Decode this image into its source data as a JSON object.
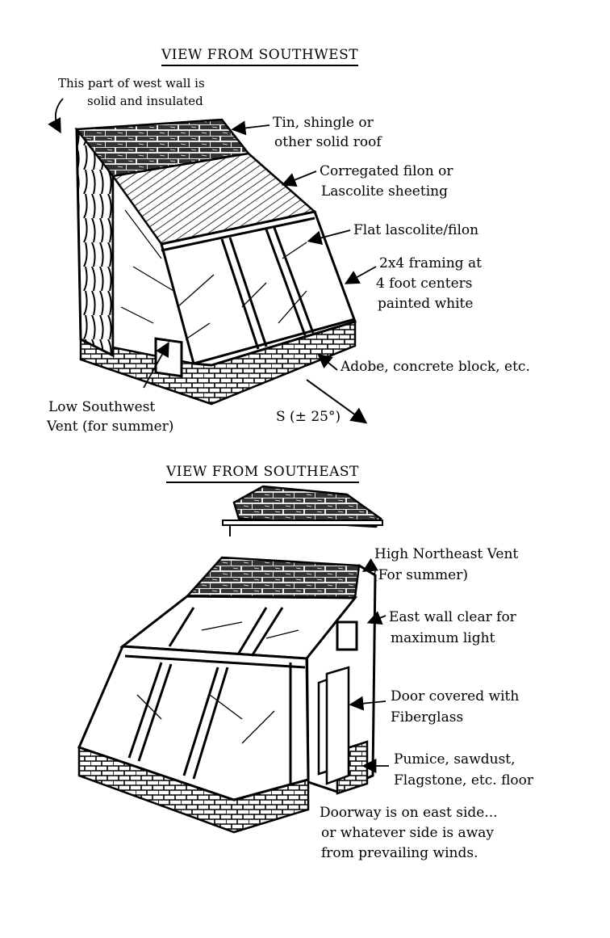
{
  "southwest": {
    "title": "VIEW FROM SOUTHWEST",
    "labels": {
      "west_wall_line1": "This part of west wall is",
      "west_wall_line2": "solid and insulated",
      "roof_line1": "Tin, shingle or",
      "roof_line2": "other solid roof",
      "corrugated_line1": "Corregated filon or",
      "corrugated_line2": "Lascolite sheeting",
      "flat": "Flat lascolite/filon",
      "framing_line1": "2x4 framing at",
      "framing_line2": "4 foot centers",
      "framing_line3": "painted white",
      "adobe": "Adobe, concrete block, etc.",
      "vent_line1": "Low Southwest",
      "vent_line2": "Vent (for summer)",
      "south": "S (± 25°)"
    }
  },
  "southeast": {
    "title": "VIEW FROM SOUTHEAST",
    "labels": {
      "ne_vent_line1": "High Northeast Vent",
      "ne_vent_line2": "(For summer)",
      "east_wall_line1": "East wall clear for",
      "east_wall_line2": "maximum light",
      "door_line1": "Door covered with",
      "door_line2": "Fiberglass",
      "floor_line1": "Pumice, sawdust,",
      "floor_line2": "Flagstone, etc. floor",
      "doorway_line1": "Doorway is on east side...",
      "doorway_line2": "or whatever side is away",
      "doorway_line3": "from prevailing winds."
    }
  }
}
